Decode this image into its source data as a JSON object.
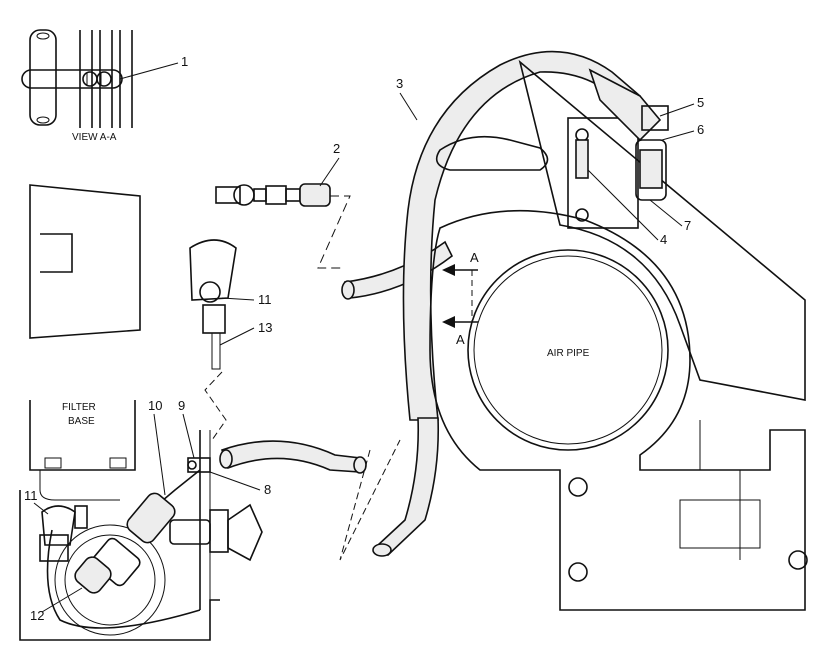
{
  "diagram": {
    "view_label": "VIEW A-A",
    "filter_base_label": [
      "FILTER",
      "BASE"
    ],
    "air_pipe_label": "AIR PIPE",
    "section_arrows": [
      "A",
      "A"
    ],
    "callouts": [
      "1",
      "2",
      "3",
      "4",
      "5",
      "6",
      "7",
      "8",
      "9",
      "10",
      "11",
      "11",
      "12",
      "13"
    ]
  }
}
